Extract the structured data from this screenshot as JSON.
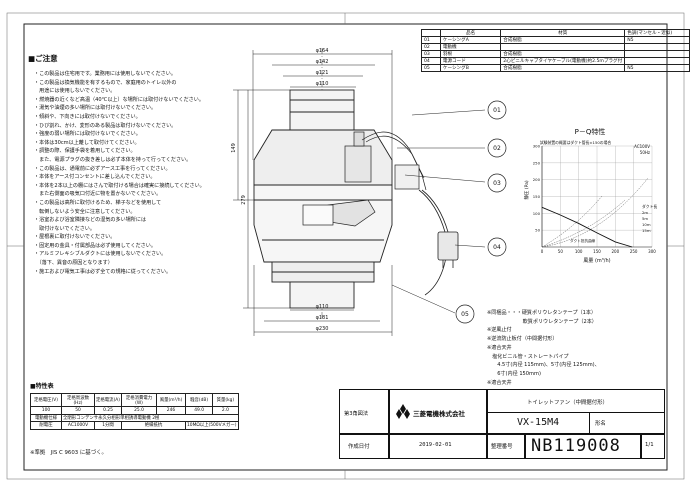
{
  "notes": {
    "header": "■ご注意",
    "lines": [
      "・この製品は住宅用です。業務用には使用しないでください。",
      "・この製品は換気機能を有するもので、家庭用のトイレ以外の",
      "　用途には使用しないでください。",
      "・燃焼器の近くなど高温（40℃以上）な場所には取付けないでください。",
      "・湯気や油煙の多い場所には取付けないでください。",
      "・傾斜や、下向きには取付けないでください。",
      "・ひび割れ、かけ、変形のある製品は取付けないでください。",
      "・強度の弱い場所には取付けないでください。",
      "・本体は30cm以上離して取付けてください。",
      "・調整の際、保護手袋を着用してください。",
      "　また、電源プラグの抜き差しは必ず本体を持って行ってください。",
      "・この製品は、通電前に必ずアース工事を行ってください。",
      "・本体をアース付コンセントに差し込んでください。",
      "・本体を2本以上の棚にはさんで取付ける場合は確実に接続してください。",
      "　また右側面の吸気口付近に物を置かないでください。",
      "・この製品は高所に取付けるため、梯子などを使用して",
      "　転倒しないよう安全に注意してください。",
      "・浴室および浴室隣接などの湿気の多い場所には",
      "　取付けないでください。",
      "・屋根裏に取付けないでください。",
      "・固定用の金具・付属部品は必ず使用してください。",
      "・アルミフレキシブルダクトには使用しないでください。",
      "　（落下、異音の原因となります）",
      "・施工および電気工事は必ず全ての規格に従ってください。"
    ]
  },
  "parts_table": {
    "headers": [
      "",
      "品名",
      "材質",
      "色調(マンセル・近似)"
    ],
    "rows": [
      [
        "01",
        "ケーシングA",
        "合成樹脂",
        "N5"
      ],
      [
        "02",
        "電動機",
        "",
        ""
      ],
      [
        "03",
        "羽根",
        "合成樹脂",
        ""
      ],
      [
        "04",
        "電源コード",
        "2心ビニルキャブタイヤケーブル(電動機)約2.5mプラグ付",
        ""
      ],
      [
        "05",
        "ケーシングB",
        "合成樹脂",
        "N5"
      ]
    ]
  },
  "dimensions": {
    "top": [
      "φ164",
      "φ142",
      "φ121",
      "φ110"
    ],
    "bottom": [
      "φ110",
      "φ181",
      "φ230"
    ],
    "left": [
      "149",
      "279"
    ]
  },
  "callouts": [
    "01",
    "02",
    "03",
    "04",
    "05"
  ],
  "pq_chart": {
    "title": "P－Q特性",
    "note": "試験装置の概要はダクト管長±150の場合",
    "voltage": "AC100V",
    "freq": "50Hz",
    "ylabel": "静圧 (Pa)",
    "xlabel": "風量 (m³/h)",
    "xticks": [
      "0",
      "50",
      "100",
      "150",
      "200",
      "250",
      "300"
    ],
    "yticks": [
      "300",
      "250",
      "200",
      "150",
      "100",
      "50"
    ],
    "legend": [
      "ダクト長",
      "2m",
      "5m",
      "10m",
      "15m"
    ],
    "duct_label": "ダクト抵抗曲線"
  },
  "chart_data": {
    "type": "line",
    "title": "P－Q特性",
    "xlabel": "風量 (m³/h)",
    "ylabel": "静圧 (Pa)",
    "xlim": [
      0,
      300
    ],
    "ylim": [
      0,
      300
    ],
    "series": [
      {
        "name": "AC100V 50Hz",
        "x": [
          0,
          50,
          100,
          150,
          200,
          246
        ],
        "y": [
          118,
          95,
          70,
          42,
          15,
          0
        ]
      }
    ]
  },
  "features": [
    "※同梱品・・・硬質ポリウレタンテープ（1本）",
    "　　　　　　　軟質ポリウレタンテープ（2本）",
    "※逆風止付",
    "※逆流防止板付（中間据付形）",
    "※適合天井",
    "　塩化ビニル管・ストレートパイプ",
    "　　4.5寸(内径 115mm)、5寸(内径 125mm)、",
    "　　6寸(内径 150mm)",
    "※適合天井"
  ],
  "spec_table": {
    "title": "■特性表",
    "headers": [
      "定格電圧(V)",
      "定格周波数(Hz)",
      "定格電流(A)",
      "定格消費電力(W)",
      "風量(m³/h)",
      "騒音(dB)",
      "質量(kg)"
    ],
    "row": [
      "100",
      "50",
      "0.25",
      "25.0",
      "246",
      "49.0",
      "2.0"
    ],
    "extra": [
      [
        "電動機仕様",
        "全閉形コンデンサ永久分相形単相誘導電動機 2極"
      ],
      [
        "耐電圧",
        "AC1000V",
        "1分間",
        "絶縁抵抗",
        "10MΩ以上(500Vメガー)"
      ]
    ],
    "note": "※準拠　JIS C 9603 に基づく。"
  },
  "title_block": {
    "projection": "第3角図法",
    "company": "三菱電機株式会社",
    "product": "トイレットファン（中間据付形）",
    "model_label": "形名",
    "model": "VX-15M4",
    "date_label": "作成日付",
    "date": "2019-02-01",
    "number_label": "整理番号",
    "number": "NB119008",
    "page": "1/1"
  }
}
